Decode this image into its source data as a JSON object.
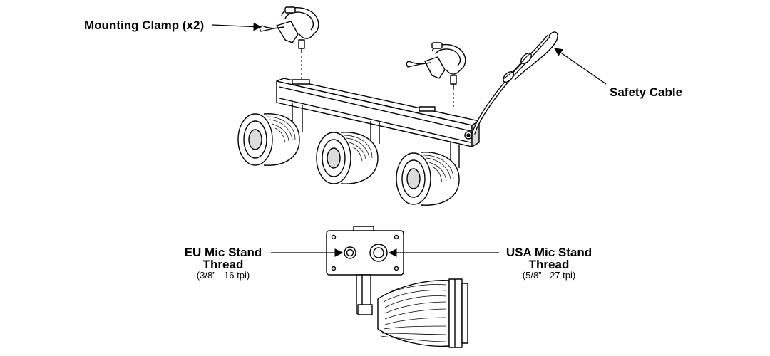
{
  "callouts": {
    "mounting_clamp": "Mounting Clamp (x2)",
    "safety_cable": "Safety Cable",
    "eu_thread": {
      "title_line1": "EU Mic Stand",
      "title_line2": "Thread",
      "spec": "(3/8” - 16 tpi)"
    },
    "usa_thread": {
      "title_line1": "USA Mic Stand",
      "title_line2": "Thread",
      "spec": "(5/8” - 27 tpi)"
    }
  },
  "colors": {
    "line": "#000000",
    "shade": "#dcdcdc",
    "background": "#ffffff"
  }
}
